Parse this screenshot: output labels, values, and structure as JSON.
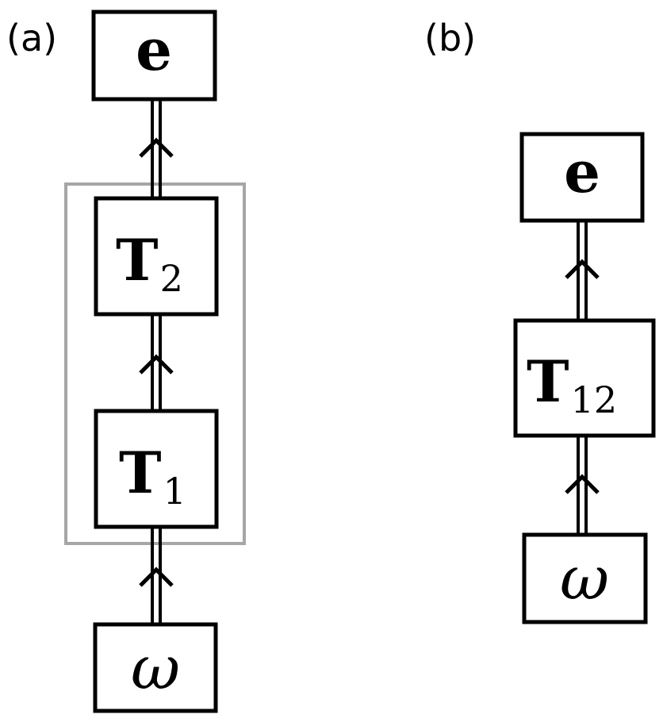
{
  "panels": [
    {
      "label": "(a)",
      "nodes": {
        "e": {
          "main": "e",
          "sub": ""
        },
        "t2": {
          "main": "T",
          "sub": "2"
        },
        "t1": {
          "main": "T",
          "sub": "1"
        },
        "omega": {
          "main": "ω",
          "sub": ""
        }
      }
    },
    {
      "label": "(b)",
      "nodes": {
        "e": {
          "main": "e",
          "sub": ""
        },
        "t12": {
          "main": "T",
          "sub": "12"
        },
        "omega": {
          "main": "ω",
          "sub": ""
        }
      }
    }
  ],
  "colors": {
    "stroke": "#000000",
    "group_box": "#a6a6a6",
    "background": "#ffffff"
  }
}
